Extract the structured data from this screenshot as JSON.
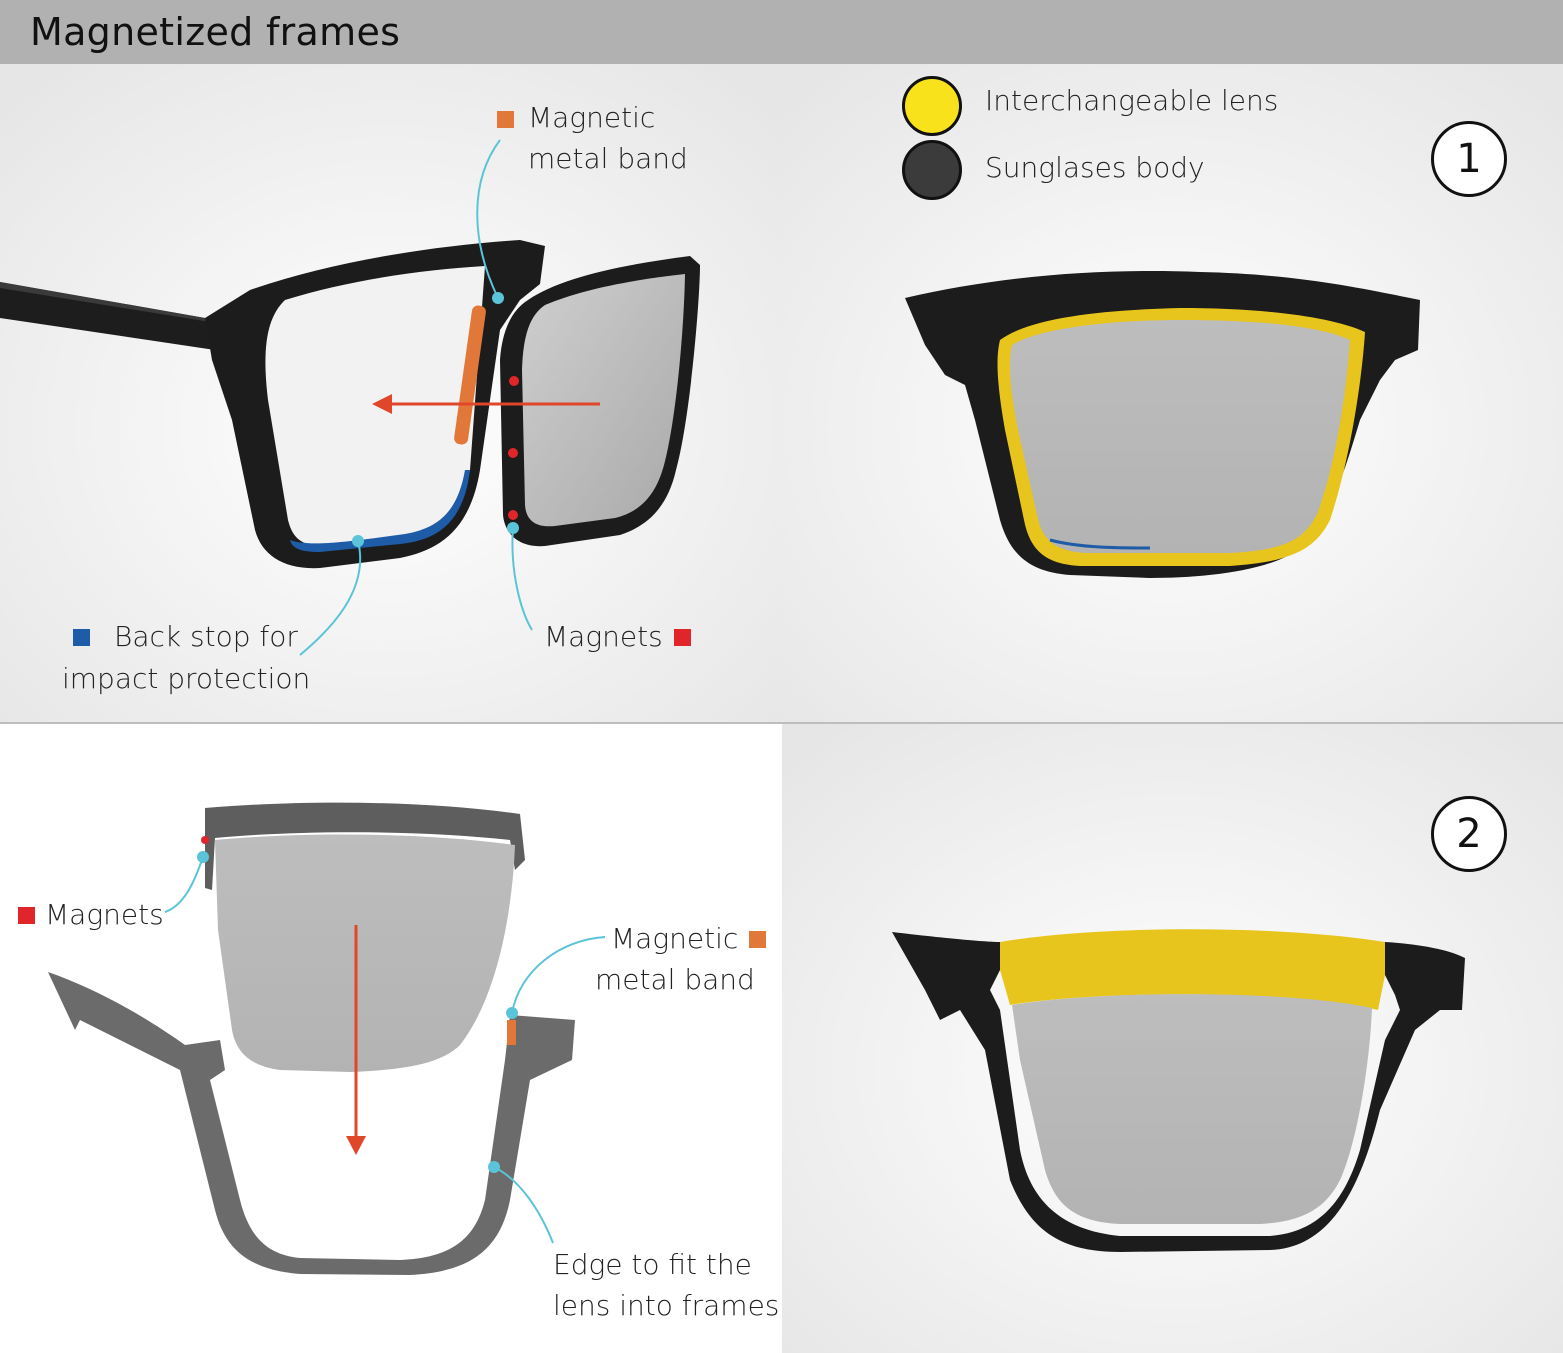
{
  "title": "Magnetized frames",
  "legend": [
    {
      "label": "Interchangeable lens",
      "color": "#f7e21b"
    },
    {
      "label": "Sunglases body",
      "color": "#3b3b3b"
    }
  ],
  "steps": [
    "1",
    "2"
  ],
  "panel1": {
    "band_line1": "Magnetic",
    "band_line2": "metal band",
    "magnets": "Magnets",
    "backstop_line1": "Back stop for",
    "backstop_line2": "impact protection"
  },
  "panel2": {
    "magnets": "Magnets",
    "band_line1": "Magnetic",
    "band_line2": "metal band",
    "edge_line1": "Edge to fit the",
    "edge_line2": "lens into frames"
  },
  "colors": {
    "magnet": "#e0252b",
    "band": "#e2773a",
    "backstop": "#1e5ca8",
    "leader": "#5cc4d8",
    "arrow": "#e0462a",
    "lens_yellow": "#e7c51c"
  }
}
